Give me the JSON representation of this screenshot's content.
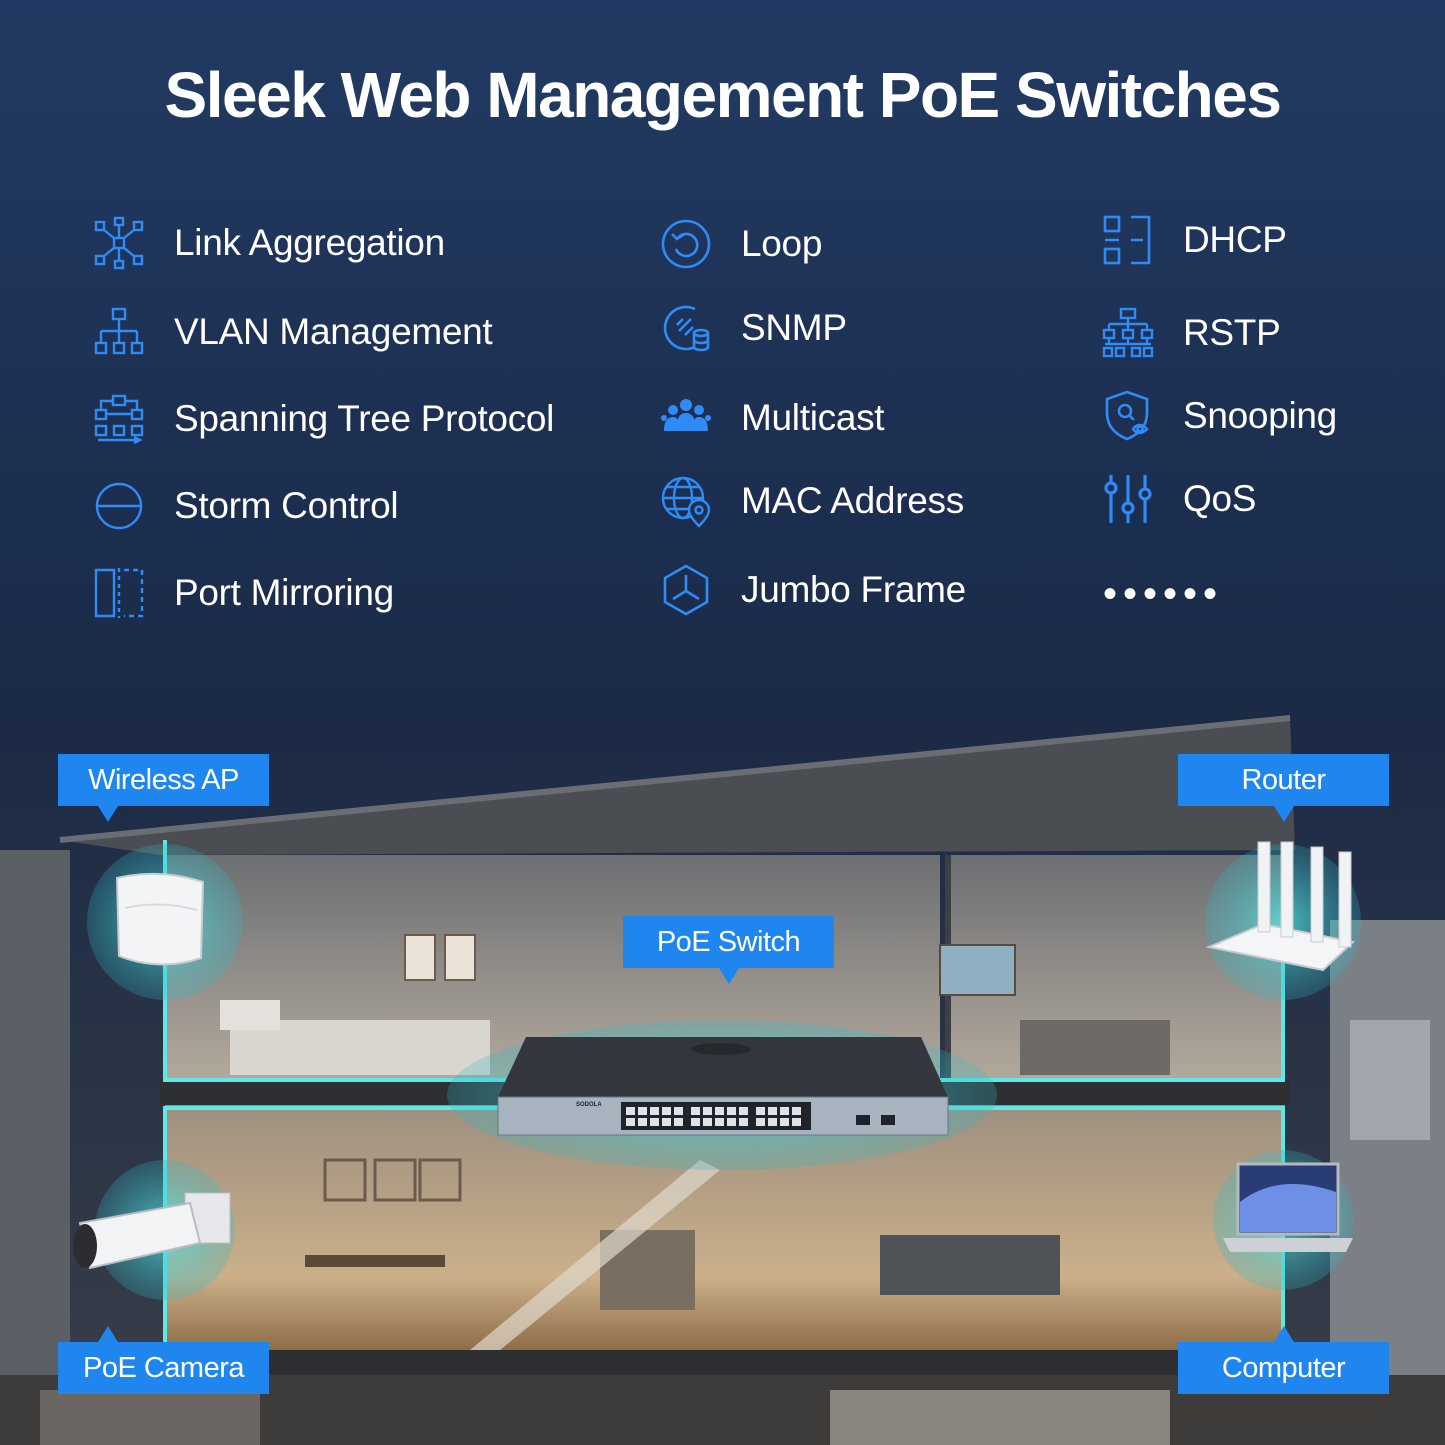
{
  "title": "Sleek Web Management PoE Switches",
  "colors": {
    "accent": "#1f86ef",
    "icon": "#2f8bf5",
    "glow": "#48e0e0"
  },
  "features": {
    "col1": [
      {
        "label": "Link Aggregation",
        "icon": "link-aggregation-icon"
      },
      {
        "label": "VLAN Management",
        "icon": "vlan-network-icon"
      },
      {
        "label": "Spanning Tree Protocol",
        "icon": "spanning-tree-icon"
      },
      {
        "label": "Storm Control",
        "icon": "storm-control-icon"
      },
      {
        "label": "Port Mirroring",
        "icon": "port-mirroring-icon"
      }
    ],
    "col2": [
      {
        "label": "Loop",
        "icon": "loop-icon"
      },
      {
        "label": "SNMP",
        "icon": "snmp-icon"
      },
      {
        "label": "Multicast",
        "icon": "multicast-icon"
      },
      {
        "label": "MAC Address",
        "icon": "globe-location-icon"
      },
      {
        "label": "Jumbo Frame",
        "icon": "jumbo-frame-icon"
      }
    ],
    "col3": [
      {
        "label": "DHCP",
        "icon": "dhcp-icon"
      },
      {
        "label": "RSTP",
        "icon": "rstp-icon"
      },
      {
        "label": "Snooping",
        "icon": "snooping-shield-icon"
      },
      {
        "label": "QoS",
        "icon": "qos-sliders-icon"
      }
    ],
    "more": "••••••"
  },
  "diagram": {
    "wireless_ap": "Wireless AP",
    "router": "Router",
    "poe_switch": "PoE Switch",
    "poe_camera": "PoE Camera",
    "computer": "Computer",
    "switch_brand": "SODOLA"
  }
}
